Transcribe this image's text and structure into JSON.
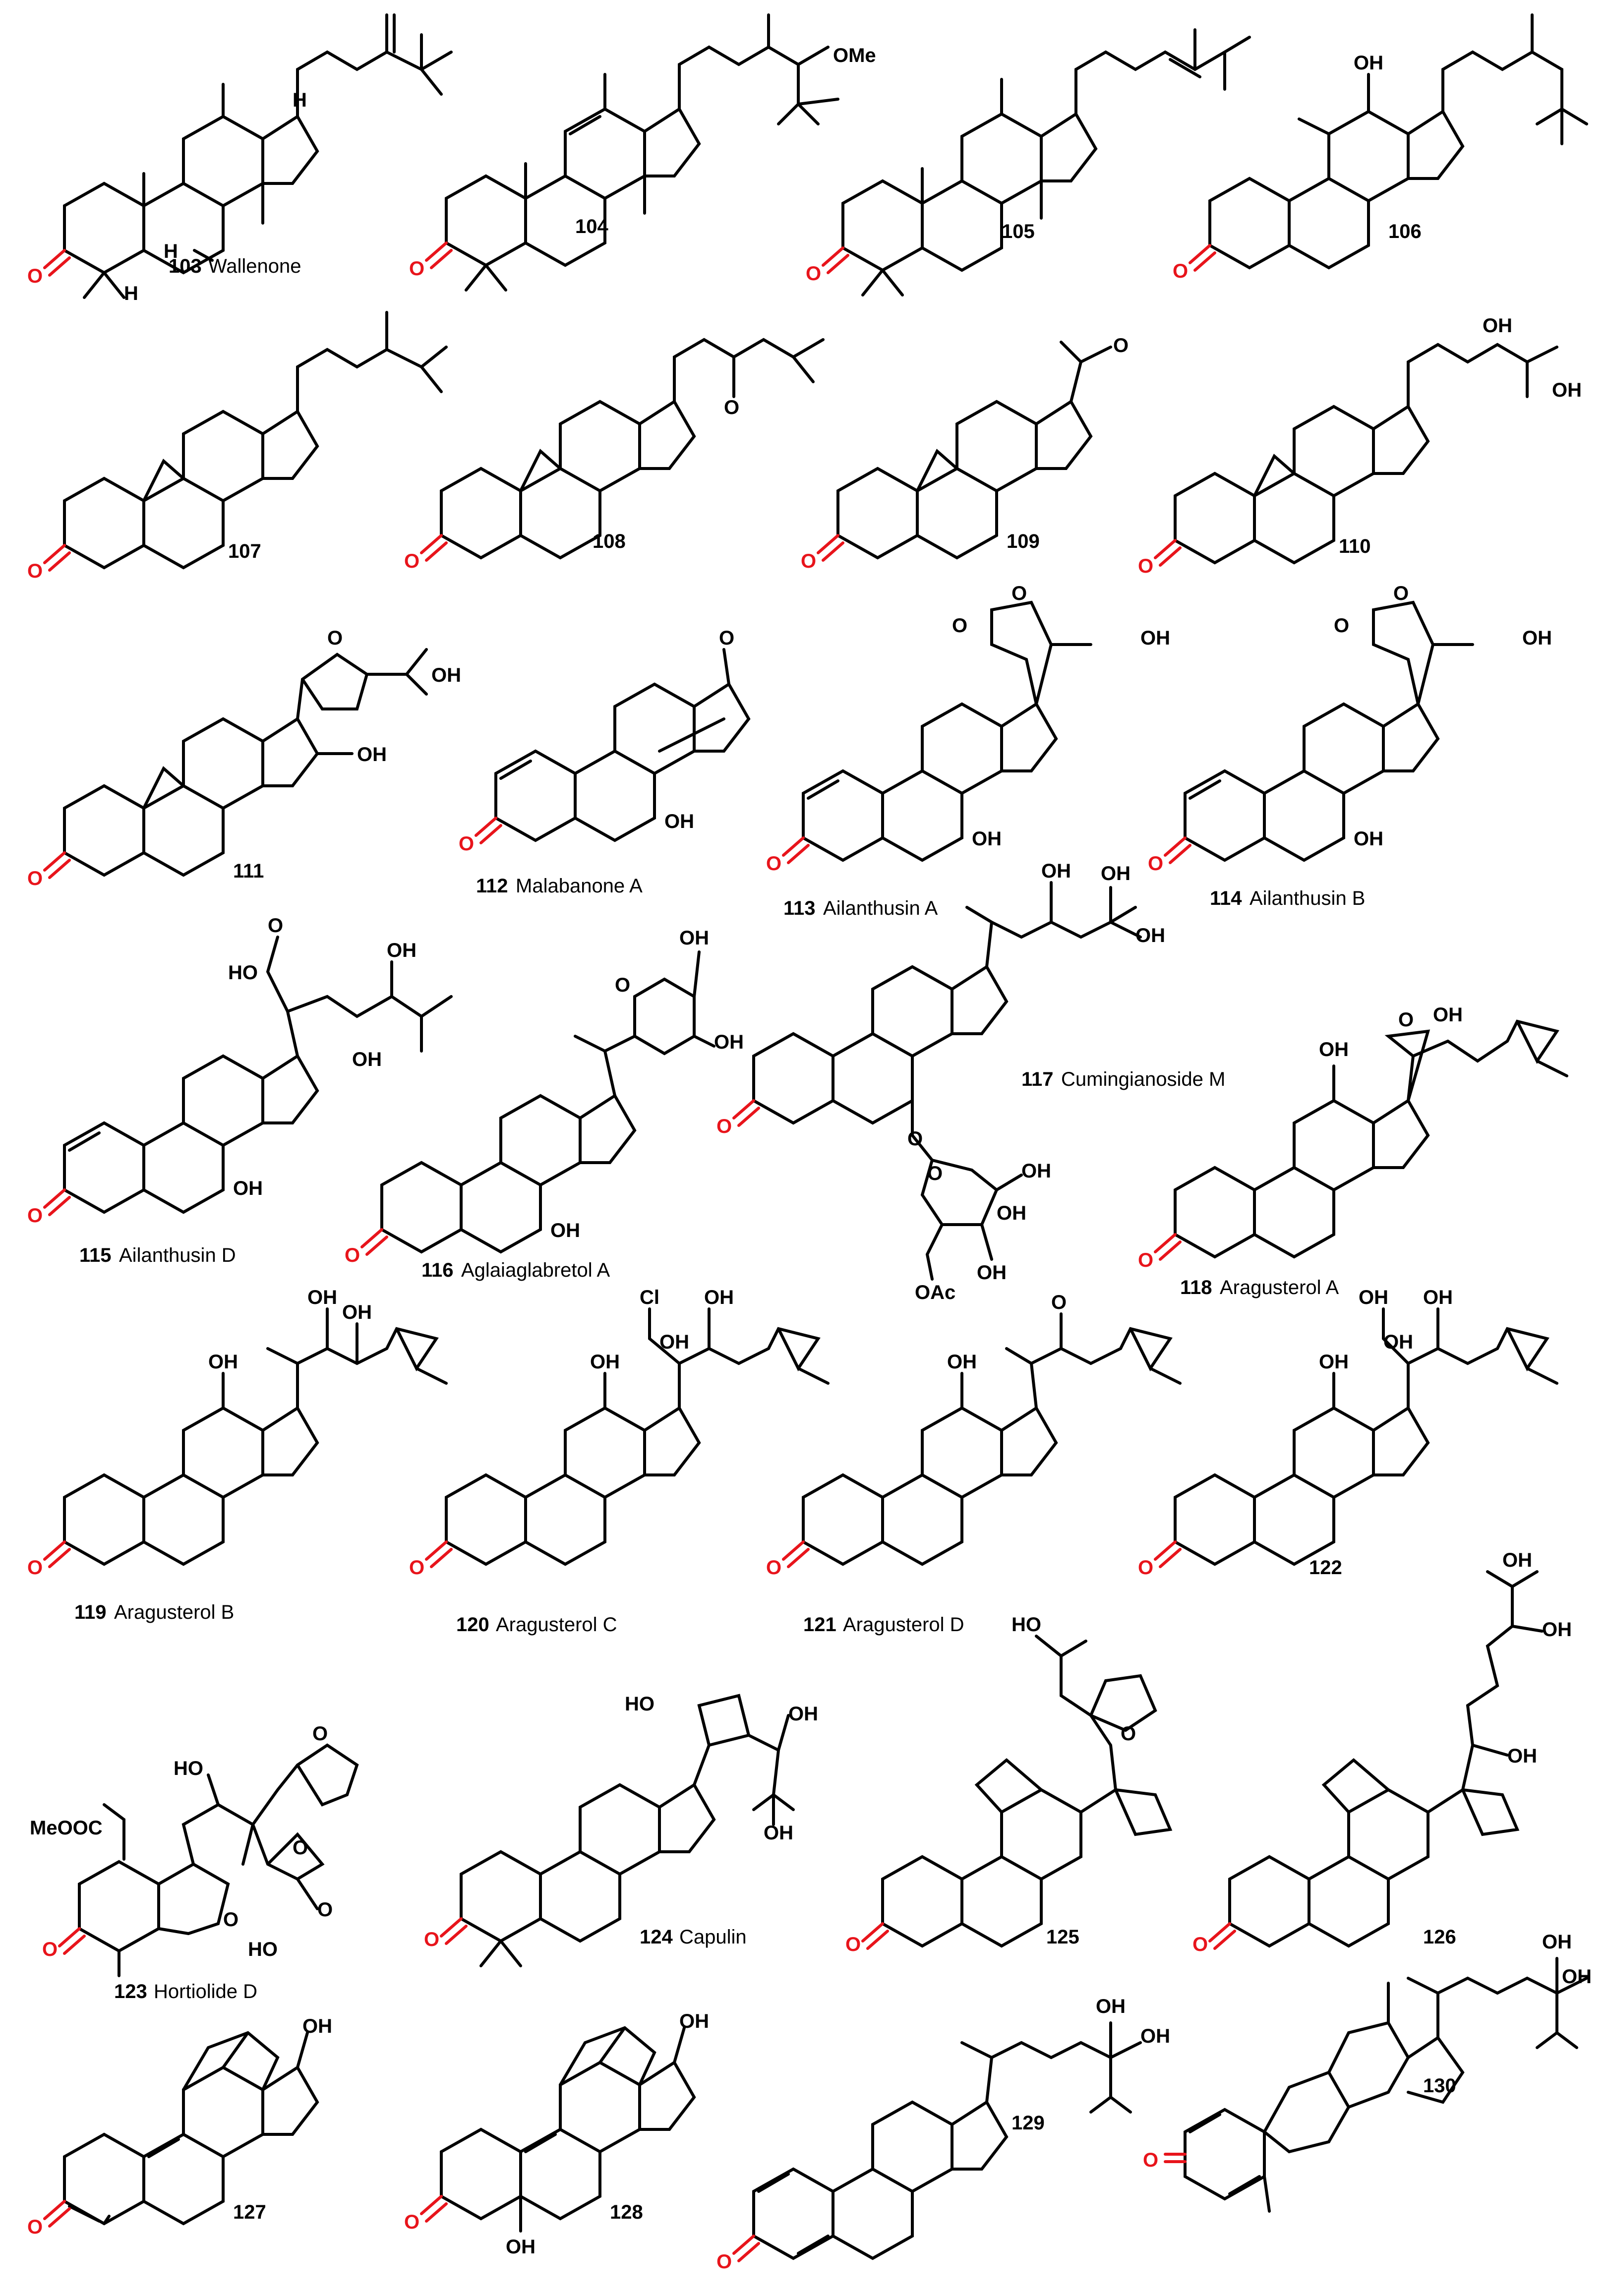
{
  "figure": {
    "compounds": [
      {
        "number": "103",
        "name": "Wallenone"
      },
      {
        "number": "104",
        "name": ""
      },
      {
        "number": "105",
        "name": ""
      },
      {
        "number": "106",
        "name": ""
      },
      {
        "number": "107",
        "name": ""
      },
      {
        "number": "108",
        "name": ""
      },
      {
        "number": "109",
        "name": ""
      },
      {
        "number": "110",
        "name": ""
      },
      {
        "number": "111",
        "name": ""
      },
      {
        "number": "112",
        "name": "Malabanone A"
      },
      {
        "number": "113",
        "name": "Ailanthusin A"
      },
      {
        "number": "114",
        "name": "Ailanthusin B"
      },
      {
        "number": "115",
        "name": "Ailanthusin D"
      },
      {
        "number": "116",
        "name": "Aglaiaglabretol A"
      },
      {
        "number": "117",
        "name": "Cumingianoside M"
      },
      {
        "number": "118",
        "name": "Aragusterol A"
      },
      {
        "number": "119",
        "name": "Aragusterol B"
      },
      {
        "number": "120",
        "name": "Aragusterol C"
      },
      {
        "number": "121",
        "name": "Aragusterol D"
      },
      {
        "number": "122",
        "name": ""
      },
      {
        "number": "123",
        "name": "Hortiolide D"
      },
      {
        "number": "124",
        "name": "Capulin"
      },
      {
        "number": "125",
        "name": ""
      },
      {
        "number": "126",
        "name": ""
      },
      {
        "number": "127",
        "name": ""
      },
      {
        "number": "128",
        "name": ""
      },
      {
        "number": "129",
        "name": ""
      },
      {
        "number": "130",
        "name": ""
      }
    ],
    "atom_labels": {
      "oxygen": "O",
      "hydrogen": "H",
      "hydroxyl_right": "OH",
      "hydroxyl_left": "HO",
      "methoxy": "OMe",
      "chlorine": "Cl",
      "acetoxy": "OAc",
      "methyl_ester": "MeOOC"
    },
    "colors": {
      "ketone_oxygen": "#e8141b",
      "bonds": "#000000",
      "background": "#ffffff"
    }
  }
}
